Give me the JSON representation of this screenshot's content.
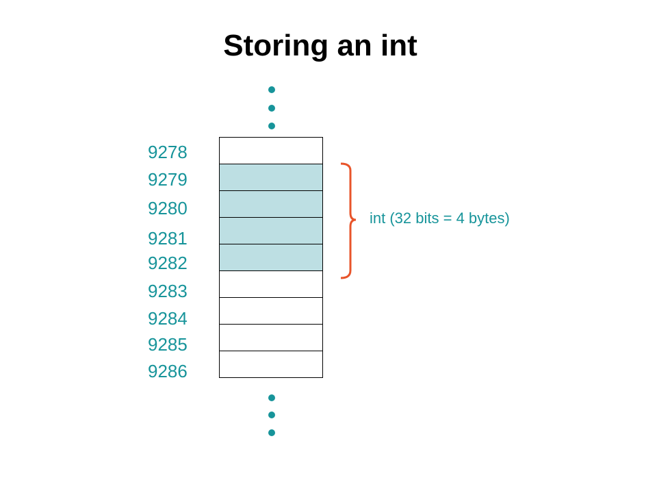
{
  "title": "Storing an int",
  "colors": {
    "accent_teal": "#17949a",
    "highlight_fill": "#bddfe3",
    "brace": "#e8542a",
    "cell_border": "#000000"
  },
  "memory": {
    "addresses": [
      "9278",
      "9279",
      "9280",
      "9281",
      "9282",
      "9283",
      "9284",
      "9285",
      "9286"
    ],
    "highlighted": [
      false,
      true,
      true,
      true,
      true,
      false,
      false,
      false,
      false
    ]
  },
  "brace_label": "int  (32 bits = 4 bytes)"
}
